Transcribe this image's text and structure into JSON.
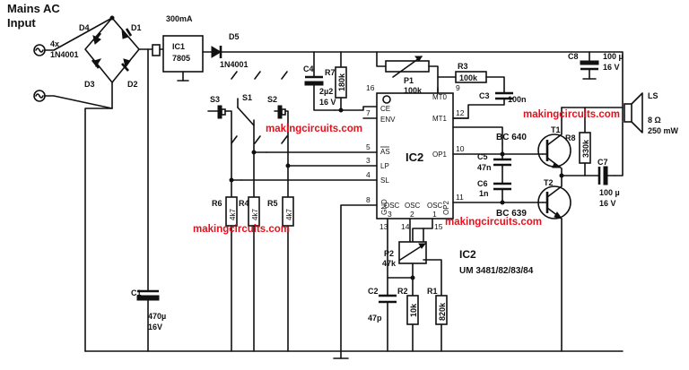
{
  "title_top": "Mains AC",
  "title_bottom": "Input",
  "watermark": "makingcircuits.com",
  "accent_color": "#e8101c",
  "bridge": {
    "qty_type": "4x",
    "part": "1N4001",
    "d1": "D1",
    "d2": "D2",
    "d3": "D3",
    "d4": "D4"
  },
  "fuse_current": "300mA",
  "regulator": {
    "ref": "IC1",
    "part": "7805"
  },
  "d5": {
    "ref": "D5",
    "value": "1N4001"
  },
  "c1": {
    "ref": "C1",
    "value": "470µ",
    "voltage": "16V"
  },
  "c4": {
    "ref": "C4",
    "value": "2µ2",
    "voltage": "16 V"
  },
  "r7": {
    "ref": "R7",
    "value": "180k"
  },
  "p1": {
    "ref": "P1",
    "value": "100k"
  },
  "r3": {
    "ref": "R3",
    "value": "100k"
  },
  "c3": {
    "ref": "C3",
    "value": "100n"
  },
  "c8": {
    "ref": "C8",
    "value": "100 µ",
    "voltage": "16 V"
  },
  "ls": {
    "ref": "LS",
    "ohm": "8 Ω",
    "power": "250 mW"
  },
  "t1": {
    "ref": "T1",
    "part": "BC 640"
  },
  "t2": {
    "ref": "T2",
    "part": "BC 639"
  },
  "r8": {
    "ref": "R8",
    "value": "330k"
  },
  "c5": {
    "ref": "C5",
    "value": "47n"
  },
  "c6": {
    "ref": "C6",
    "value": "1n"
  },
  "c7": {
    "ref": "C7",
    "value": "100 µ",
    "voltage": "16 V"
  },
  "switches": {
    "s1": "S1",
    "s2": "S2",
    "s3": "S3"
  },
  "r4": {
    "ref": "R4",
    "value": "4k7"
  },
  "r5": {
    "ref": "R5",
    "value": "4k7"
  },
  "r6": {
    "ref": "R6",
    "value": "4k7"
  },
  "p2": {
    "ref": "P2",
    "value": "47k"
  },
  "r1": {
    "ref": "R1",
    "value": "820k"
  },
  "r2": {
    "ref": "R2",
    "value": "10k"
  },
  "c2": {
    "ref": "C2",
    "value": "47p"
  },
  "ic2": {
    "ref": "IC2",
    "part_ref": "IC2",
    "part": "UM 3481/82/83/84",
    "pins": {
      "ce": "CE",
      "env": "ENV",
      "as": "AS",
      "lp": "LP",
      "sl": "SL",
      "gnd": "GND",
      "mt0": "MT0",
      "mt1": "MT1",
      "op1": "OP1",
      "op2": "OP2",
      "osc3": "OSC",
      "osc2": "OSC",
      "osc1": "OSC"
    },
    "pin_numbers": {
      "p16": "16",
      "p7": "7",
      "p5": "5",
      "p3": "3",
      "p4": "4",
      "p8": "8",
      "p9": "9",
      "p12": "12",
      "p10": "10",
      "p11": "11",
      "p13": "13",
      "p14": "14",
      "p15": "15",
      "b3": "3",
      "b2": "2",
      "b1": "1"
    }
  }
}
